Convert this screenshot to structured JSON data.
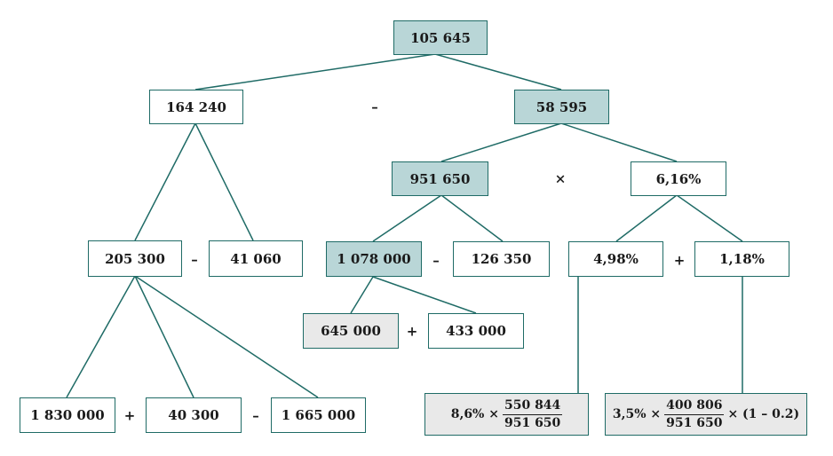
{
  "colors": {
    "line": "#1f6b66",
    "highlight": "#b9d6d7",
    "grey": "#e9e9e9"
  },
  "nodes": {
    "root": "105 645",
    "n164": "164 240",
    "n58": "58 595",
    "n951": "951 650",
    "n616": "6,16%",
    "n205": "205 300",
    "n41": "41 060",
    "n1078": "1 078 000",
    "n126": "126 350",
    "n498": "4,98%",
    "n118": "1,18%",
    "n645": "645 000",
    "n433": "433 000",
    "n1830": "1 830 000",
    "n403": "40 300",
    "n1665": "1 665 000"
  },
  "formulas": {
    "f1": {
      "prefix": "8,6% ×",
      "num": "550 844",
      "den": "951 650",
      "suffix": ""
    },
    "f2": {
      "prefix": "3,5% ×",
      "num": "400 806",
      "den": "951 650",
      "suffix": "× (1 – 0.2)"
    }
  },
  "operators": {
    "o1": "–",
    "o2": "×",
    "o3": "–",
    "o4": "–",
    "o5": "+",
    "o6": "+",
    "o7": "+",
    "o8": "–"
  }
}
